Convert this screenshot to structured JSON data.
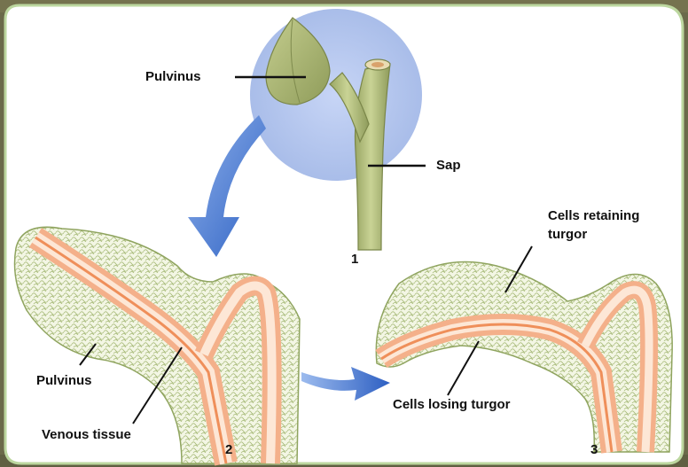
{
  "labels": {
    "pulvinus_top": "Pulvinus",
    "sap": "Sap",
    "cells_retaining_line1": "Cells retaining",
    "cells_retaining_line2": "turgor",
    "pulvinus_left": "Pulvinus",
    "venous_tissue": "Venous tissue",
    "cells_losing": "Cells losing turgor"
  },
  "step_numbers": {
    "one": "1",
    "two": "2",
    "three": "3"
  },
  "colors": {
    "background_border": "#6b6a4a",
    "panel": "#ffffff",
    "panel_edge": "#b9d49a",
    "plant_green": "#b9c48a",
    "tissue_orange": "#f0a070",
    "arrow_blue": "#4f86d8",
    "highlight_circle": "#aec2ee"
  }
}
